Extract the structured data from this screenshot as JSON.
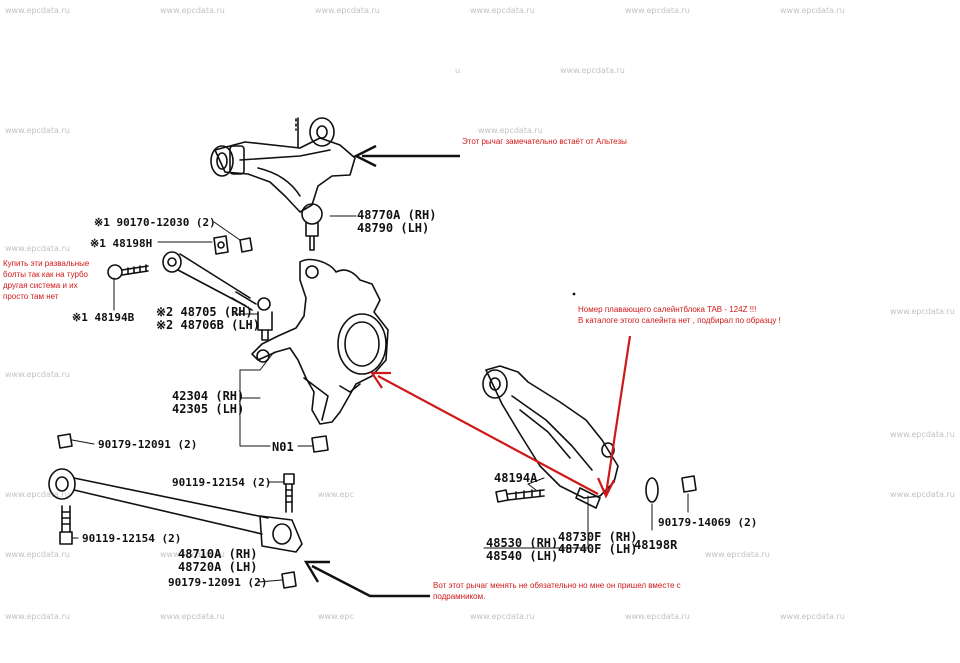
{
  "watermark": "www.epcdata.ru",
  "watermark_short": "u",
  "watermark_partial": "www.epc",
  "notes": {
    "upper_arm": "Этот рычаг замечательно встаёт от Альтезы",
    "camber_bolts": [
      "Купить эти развальные",
      "болты так как на турбо",
      "другая система и их",
      "просто там нет"
    ],
    "bushing": [
      "Номер плавающего салейнтблока TAB - 124Z !!!",
      "В каталоге этого салейнта нет , подбирал по образцу !"
    ],
    "lower_arm": [
      "Вот этот рычаг менять не обязательно но мне он пришел вместе с",
      "подрамником."
    ]
  },
  "labels": {
    "p48770a": "48770A (RH)",
    "p48790": "48790 (LH)",
    "p90170": "※1 90170-12030 (2)",
    "p48198h": "※1 48198H",
    "p48194b": "※1 48194B",
    "p48705": "※2 48705 (RH)",
    "p48706b": "※2 48706B (LH)",
    "p42304": "42304 (RH)",
    "p42305": "42305 (LH)",
    "pn01": "N01",
    "p90179a": "90179-12091 (2)",
    "p90119a": "90119-12154 (2)",
    "p90119b": "90119-12154 (2)",
    "p48710a": "48710A (RH)",
    "p48720a": "48720A (LH)",
    "p90179b": "90179-12091 (2)",
    "p48194a": "48194A",
    "p48530": "48530 (RH)",
    "p48540": "48540 (LH)",
    "p48730f": "48730F (RH)",
    "p48740f": "48740F (LH)",
    "p48198r": "48198R",
    "p90179c": "90179-14069 (2)"
  },
  "colors": {
    "line": "#111111",
    "annotation": "#d01818",
    "watermark": "#c2c2c2"
  }
}
